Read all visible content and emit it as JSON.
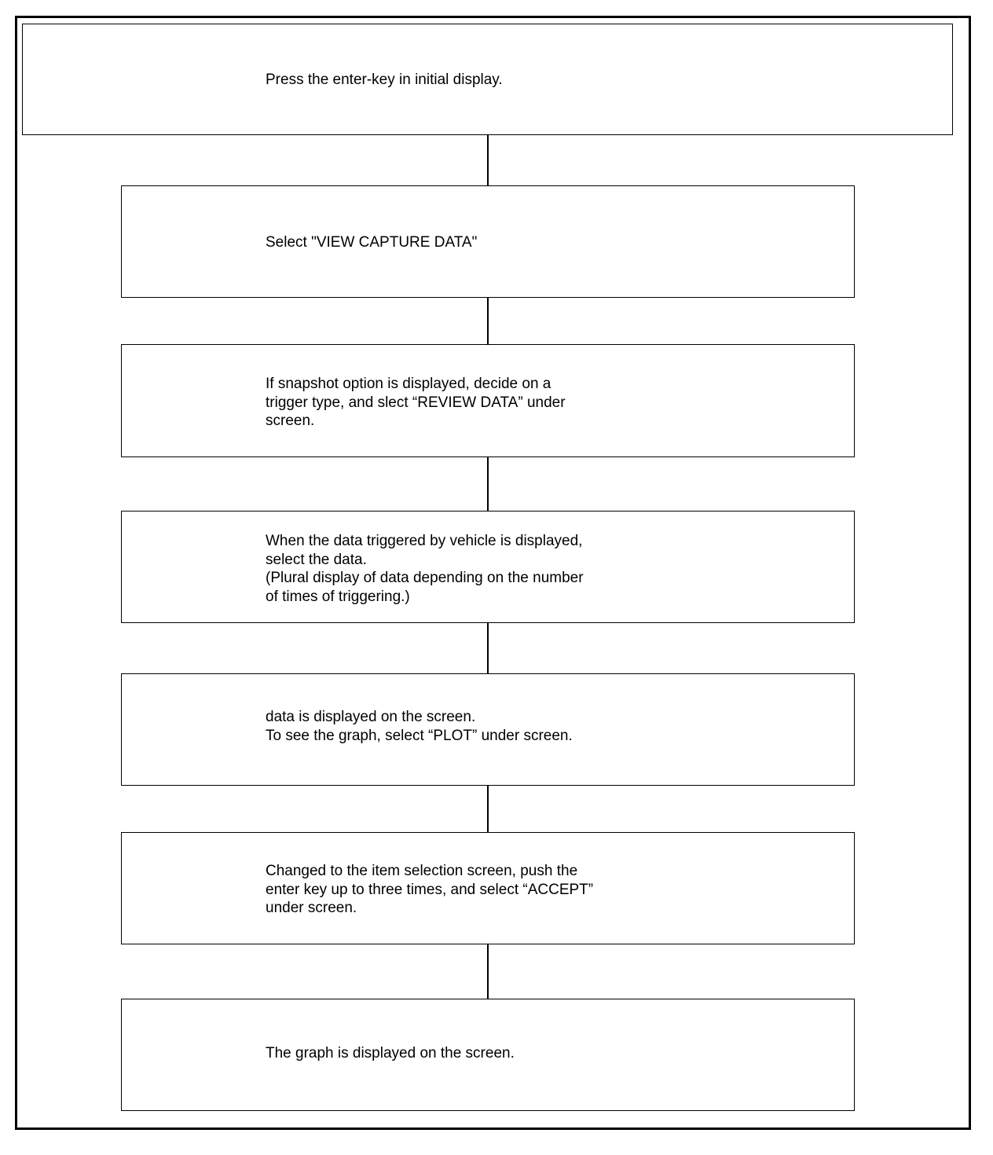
{
  "flowchart": {
    "steps": [
      {
        "text": "Press the enter-key in initial display."
      },
      {
        "text": "Select \"VIEW CAPTURE DATA\""
      },
      {
        "text": "If snapshot option is displayed, decide on a\ntrigger type, and slect “REVIEW DATA” under\nscreen."
      },
      {
        "text": "When the data triggered by vehicle is displayed,\nselect the data.\n(Plural display of data depending on the number\nof times of triggering.)"
      },
      {
        "text": "data is displayed on the screen.\nTo see the graph, select “PLOT” under screen."
      },
      {
        "text": "Changed to the item selection screen, push the\nenter key up to three times, and select “ACCEPT”\nunder screen."
      },
      {
        "text": "The graph is displayed on the screen."
      }
    ]
  }
}
